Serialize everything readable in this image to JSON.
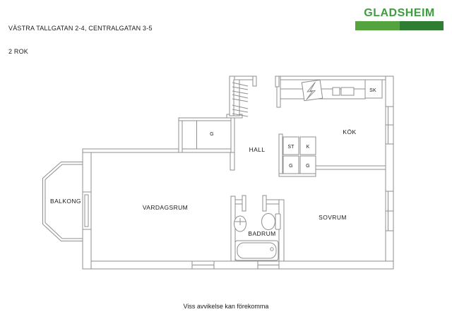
{
  "header": {
    "address_line": "VÄSTRA TALLGATAN 2-4, CENTRALGATAN 3-5",
    "size_line": "2 ROK"
  },
  "logo": {
    "name": "GLADSHEIM",
    "text_color": "#3d9e3d",
    "bar_left_color": "#55a33e",
    "bar_right_color": "#2e7d33"
  },
  "footer": {
    "disclaimer": "Viss avvikelse kan förekomma"
  },
  "floorplan": {
    "line_color": "#8f8f8f",
    "labels": {
      "balkong": "BALKONG",
      "vardagsrum": "VARDAGSRUM",
      "hall": "HALL",
      "hall_closet": "G",
      "kok": "KÖK",
      "sk": "SK",
      "st": "ST",
      "k": "K",
      "g1": "G",
      "g2": "G",
      "sovrum": "SOVRUM",
      "badrum": "BADRUM"
    }
  }
}
